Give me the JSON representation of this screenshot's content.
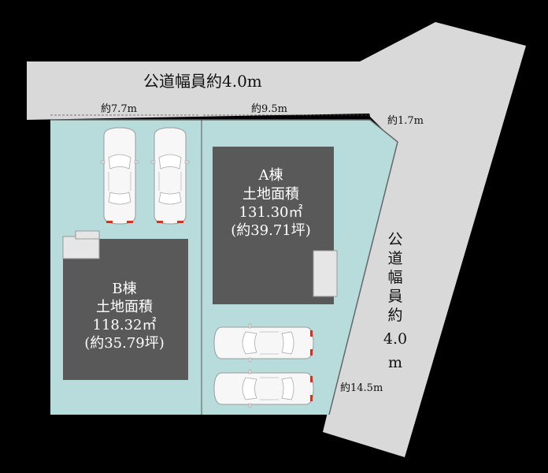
{
  "roads": {
    "north_label": "公道幅員約4.0m",
    "east_label_chars": [
      "公",
      "道",
      "幅",
      "員",
      "約",
      "4.0",
      "m"
    ]
  },
  "dimensions": {
    "west_frontage": "約7.7m",
    "east_frontage": "約9.5m",
    "corner_cut": "約1.7m",
    "east_side": "約14.5m"
  },
  "lots": {
    "a": {
      "name": "A棟",
      "area_label": "土地面積",
      "area_m2": "131.30㎡",
      "area_tsubo": "(約39.71坪)"
    },
    "b": {
      "name": "B棟",
      "area_label": "土地面積",
      "area_m2": "118.32㎡",
      "area_tsubo": "(約35.79坪)"
    }
  },
  "colors": {
    "background": "#000000",
    "road": "#d9d9d9",
    "lot": "#b8dcdc",
    "building": "#595959"
  }
}
